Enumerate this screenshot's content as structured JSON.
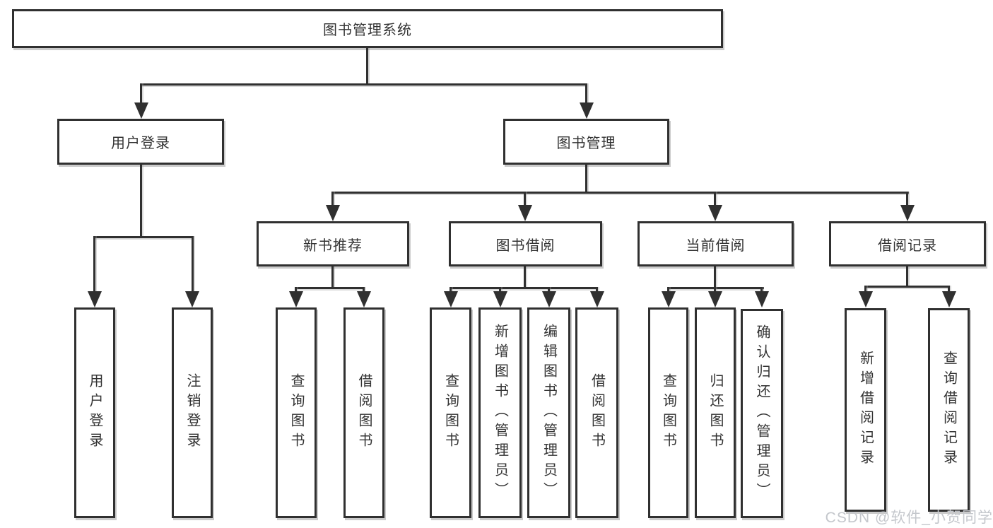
{
  "diagram_title": "图书管理系统",
  "watermark": {
    "text": "CSDN @软件_小贺同学"
  },
  "colors": {
    "line": "#303030",
    "text": "#333333",
    "background": "#ffffff",
    "watermark": "#c4c7cc"
  },
  "tree": {
    "label": "图书管理系统",
    "children": [
      {
        "label": "用户登录",
        "children": [
          {
            "label": "用户登录"
          },
          {
            "label": "注销登录"
          }
        ]
      },
      {
        "label": "图书管理",
        "children": [
          {
            "label": "新书推荐",
            "children": [
              {
                "label": "查询图书"
              },
              {
                "label": "借阅图书"
              }
            ]
          },
          {
            "label": "图书借阅",
            "children": [
              {
                "label": "查询图书"
              },
              {
                "label": "新增图书（管理员）"
              },
              {
                "label": "编辑图书（管理员）"
              },
              {
                "label": "借阅图书"
              }
            ]
          },
          {
            "label": "当前借阅",
            "children": [
              {
                "label": "查询图书"
              },
              {
                "label": "归还图书"
              },
              {
                "label": "确认归还（管理员）"
              }
            ]
          },
          {
            "label": "借阅记录",
            "children": [
              {
                "label": "新增借阅记录"
              },
              {
                "label": "查询借阅记录"
              }
            ]
          }
        ]
      }
    ]
  }
}
